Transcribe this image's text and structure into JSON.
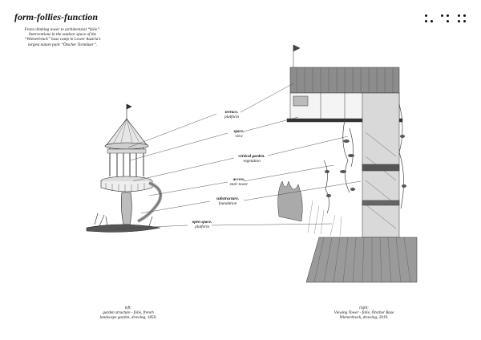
{
  "title": "form-follies-function",
  "intro": [
    "From climbing tower to architectural “folie”.",
    "Interventions in the outdoor space of the",
    "“Wienerbruck” base camp in Lower Austria’s",
    "largest nature park “Ötscher Tormäuer”."
  ],
  "labels": [
    {
      "head": "terrace.",
      "sub": "platform"
    },
    {
      "head": "space.",
      "sub": "view"
    },
    {
      "head": "vertical garden.",
      "sub": "vegetation"
    },
    {
      "head": "access.",
      "sub": "stair tower"
    },
    {
      "head": "substructure.",
      "sub": "foundation"
    },
    {
      "head": "open space.",
      "sub": "platform"
    }
  ],
  "captions": {
    "left": {
      "head": "left:",
      "lines": [
        "garden structure - folie, french",
        "landscape garden, drawing, 1850."
      ]
    },
    "right": {
      "head": "right:",
      "lines": [
        "Viewing Tower - folie, Ötscher Base",
        "Wienerbruck, drawing, 2019."
      ]
    }
  },
  "icons": {
    "braille": "braille-dots-icon"
  }
}
